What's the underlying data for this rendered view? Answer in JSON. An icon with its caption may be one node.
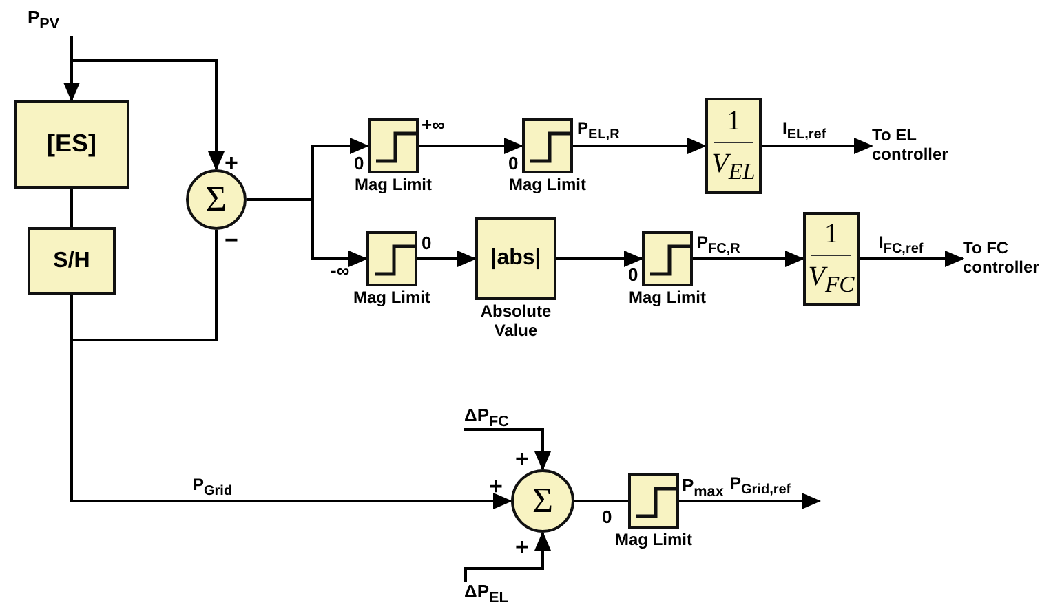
{
  "diagram": {
    "nodes": [
      {
        "text": [
          "P$_{PV}$"
        ]
      },
      {
        "text": [
          "[ES]"
        ]
      },
      {
        "text": [
          "S/H"
        ]
      },
      {
        "text": [
          "Σ"
        ],
        "beside": [
          "+",
          "−"
        ]
      },
      {
        "text": [
          "Mag Limit"
        ],
        "beside": [
          "0",
          "+∞"
        ]
      },
      {
        "text": [
          "Mag Limit"
        ],
        "beside": [
          "0"
        ]
      },
      {
        "text": [
          "1",
          "V$_{EL}$"
        ]
      },
      {
        "text": [
          "To EL controller"
        ]
      },
      {
        "text": [
          "Mag Limit"
        ],
        "beside": [
          "-∞",
          "0"
        ]
      },
      {
        "text": [
          "|abs|",
          "Absolute Value"
        ]
      },
      {
        "text": [
          "Mag Limit"
        ],
        "beside": [
          "0"
        ]
      },
      {
        "text": [
          "1",
          "V$_{FC}$"
        ]
      },
      {
        "text": [
          "To FC controller"
        ]
      },
      {
        "text": [
          "ΔP$_{FC}$"
        ]
      },
      {
        "text": [
          "Σ"
        ],
        "beside": [
          "+",
          "+",
          "+"
        ]
      },
      {
        "text": [
          "ΔP$_{EL}$"
        ]
      },
      {
        "text": [
          "Mag Limit"
        ],
        "beside": [
          "0",
          "P$_{max}$"
        ]
      }
    ],
    "edges": [
      {
        "from": 0,
        "to": 1,
        "arrow": "to"
      },
      {
        "from": 0,
        "to": 3,
        "arrow": "to"
      },
      {
        "from": 1,
        "to": 2,
        "arrow": "none"
      },
      {
        "from": 2,
        "to": 3,
        "arrow": "none"
      },
      {
        "from": 2,
        "to": 14,
        "arrow": "to",
        "label": "P$_{Grid}$"
      },
      {
        "from": 3,
        "to": 4,
        "arrow": "to"
      },
      {
        "from": 3,
        "to": 8,
        "arrow": "to"
      },
      {
        "from": 4,
        "to": 5,
        "arrow": "to"
      },
      {
        "from": 5,
        "to": 6,
        "arrow": "to",
        "label": "P$_{EL,R}$"
      },
      {
        "from": 6,
        "to": 7,
        "arrow": "to",
        "label": "I$_{EL,ref}$"
      },
      {
        "from": 8,
        "to": 9,
        "arrow": "to"
      },
      {
        "from": 9,
        "to": 10,
        "arrow": "to"
      },
      {
        "from": 10,
        "to": 11,
        "arrow": "to",
        "label": "P$_{FC,R}$"
      },
      {
        "from": 11,
        "to": 12,
        "arrow": "to",
        "label": "I$_{FC,ref}$"
      },
      {
        "from": 13,
        "to": 14,
        "arrow": "to"
      },
      {
        "from": 15,
        "to": 14,
        "arrow": "to"
      },
      {
        "from": 14,
        "to": 16,
        "arrow": "none"
      },
      {
        "from": 16,
        "to": null,
        "arrow": "to",
        "label": "P$_{Grid,ref}$"
      }
    ]
  }
}
